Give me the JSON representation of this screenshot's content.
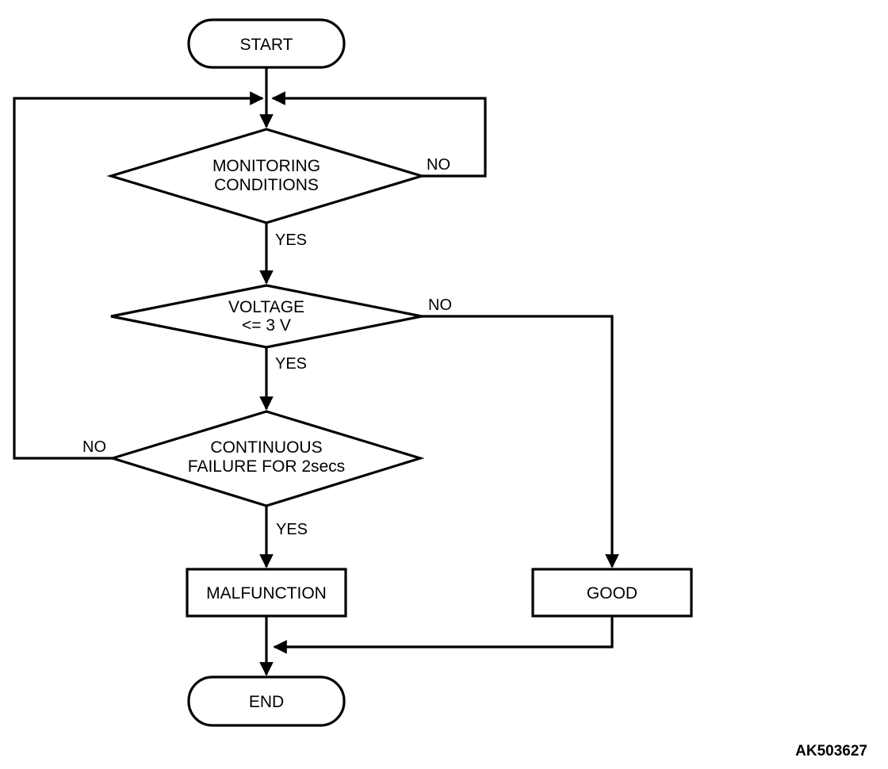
{
  "page": {
    "background": "#ffffff",
    "figure_code": "AK503627"
  },
  "flowchart": {
    "nodes": {
      "start": {
        "label": "START",
        "shape": "terminator"
      },
      "monitoring": {
        "line1": "MONITORING",
        "line2": "CONDITIONS",
        "shape": "decision"
      },
      "voltage": {
        "line1": "VOLTAGE",
        "line2": "<= 3 V",
        "shape": "decision"
      },
      "continuous": {
        "line1": "CONTINUOUS",
        "line2": "FAILURE FOR 2secs",
        "shape": "decision"
      },
      "malfunction": {
        "label": "MALFUNCTION",
        "shape": "process"
      },
      "good": {
        "label": "GOOD",
        "shape": "process"
      },
      "end": {
        "label": "END",
        "shape": "terminator"
      }
    },
    "edge_labels": {
      "monitoring_no": "NO",
      "monitoring_yes": "YES",
      "voltage_no": "NO",
      "voltage_yes": "YES",
      "continuous_no": "NO",
      "continuous_yes": "YES"
    },
    "edges": [
      {
        "from": "start",
        "to": "monitoring",
        "label": ""
      },
      {
        "from": "monitoring",
        "to": "monitoring-input",
        "label": "NO"
      },
      {
        "from": "monitoring",
        "to": "voltage",
        "label": "YES"
      },
      {
        "from": "voltage",
        "to": "good",
        "label": "NO"
      },
      {
        "from": "voltage",
        "to": "continuous",
        "label": "YES"
      },
      {
        "from": "continuous",
        "to": "monitoring-input",
        "label": "NO"
      },
      {
        "from": "continuous",
        "to": "malfunction",
        "label": "YES"
      },
      {
        "from": "malfunction",
        "to": "end",
        "label": ""
      },
      {
        "from": "good",
        "to": "end",
        "label": ""
      }
    ],
    "colors": {
      "stroke": "#000000",
      "fill": "#ffffff",
      "text": "#000000"
    }
  }
}
